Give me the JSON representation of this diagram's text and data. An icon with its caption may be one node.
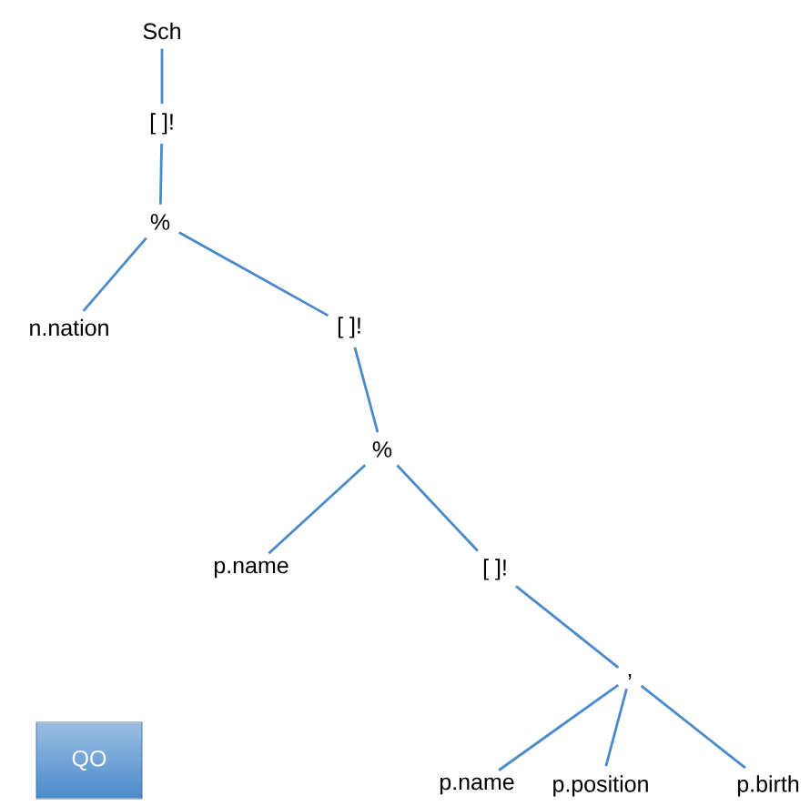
{
  "diagram": {
    "nodes": [
      {
        "text": [
          "Sch"
        ]
      },
      {
        "text": [
          "[ ]!"
        ]
      },
      {
        "text": [
          "%"
        ]
      },
      {
        "text": [
          "n.nation"
        ]
      },
      {
        "text": [
          "[ ]!"
        ]
      },
      {
        "text": [
          "%"
        ]
      },
      {
        "text": [
          "p.name"
        ]
      },
      {
        "text": [
          "[ ]!"
        ]
      },
      {
        "text": [
          ","
        ]
      },
      {
        "text": [
          "p.name"
        ]
      },
      {
        "text": [
          "p.position"
        ]
      },
      {
        "text": [
          "p.birth"
        ]
      },
      {
        "text": [
          "QO"
        ]
      }
    ],
    "edges": [
      {
        "from": 0,
        "to": 1,
        "arrow": "none"
      },
      {
        "from": 1,
        "to": 2,
        "arrow": "none"
      },
      {
        "from": 2,
        "to": 3,
        "arrow": "none"
      },
      {
        "from": 2,
        "to": 4,
        "arrow": "none"
      },
      {
        "from": 4,
        "to": 5,
        "arrow": "none"
      },
      {
        "from": 5,
        "to": 6,
        "arrow": "none"
      },
      {
        "from": 5,
        "to": 7,
        "arrow": "none"
      },
      {
        "from": 7,
        "to": 8,
        "arrow": "none"
      },
      {
        "from": 8,
        "to": 9,
        "arrow": "none"
      },
      {
        "from": 8,
        "to": 10,
        "arrow": "none"
      },
      {
        "from": 8,
        "to": 11,
        "arrow": "none"
      }
    ]
  }
}
